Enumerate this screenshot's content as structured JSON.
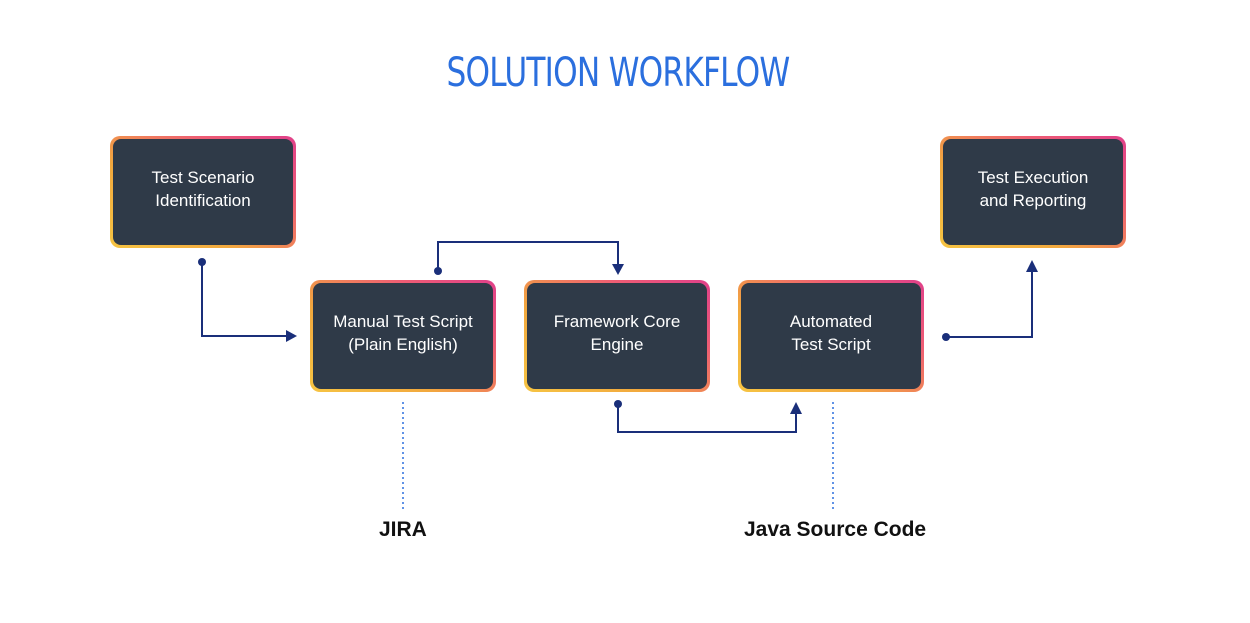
{
  "title": "SOLUTION WORKFLOW",
  "colors": {
    "title": "#2b6fde",
    "node_fill": "#2f3a48",
    "connector": "#1a2f7a",
    "border_gradient": [
      "#f6c443",
      "#f2a83e",
      "#ee5d74",
      "#e0408a"
    ]
  },
  "nodes": [
    {
      "id": "test-scenario",
      "lines": [
        "Test Scenario",
        "Identification"
      ]
    },
    {
      "id": "manual-test-script",
      "lines": [
        "Manual Test Script",
        "(Plain English)"
      ]
    },
    {
      "id": "framework-core",
      "lines": [
        "Framework Core",
        "Engine"
      ]
    },
    {
      "id": "automated-test-script",
      "lines": [
        "Automated",
        "Test Script"
      ]
    },
    {
      "id": "test-execution",
      "lines": [
        "Test Execution",
        "and Reporting"
      ]
    }
  ],
  "labels": {
    "jira": "JIRA",
    "java_source": "Java Source Code"
  }
}
